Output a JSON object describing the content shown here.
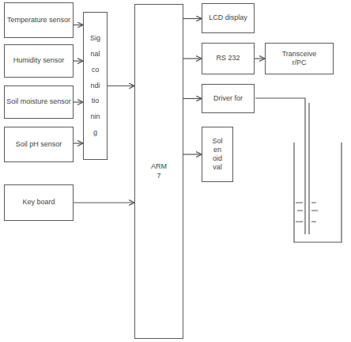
{
  "diagram": {
    "nodes": [
      {
        "text": [
          "Temperature sensor"
        ]
      },
      {
        "text": [
          "Humidity sensor"
        ]
      },
      {
        "text": [
          "Soil moisture sensor"
        ]
      },
      {
        "text": [
          "Soil pH sensor"
        ]
      },
      {
        "text": [
          "Sig nal co ndi tio nin g"
        ]
      },
      {
        "text": [
          "Key board"
        ]
      },
      {
        "text": [
          "ARM 7"
        ]
      },
      {
        "text": [
          "LCD display"
        ]
      },
      {
        "text": [
          "RS 232"
        ]
      },
      {
        "text": [
          "Transceive r/PC"
        ]
      },
      {
        "text": [
          "Driver for"
        ]
      },
      {
        "text": [
          "Sol en oid val"
        ]
      }
    ],
    "edges": [
      {
        "from": 0,
        "to": 4,
        "arrow": "to"
      },
      {
        "from": 1,
        "to": 4,
        "arrow": "to"
      },
      {
        "from": 2,
        "to": 4,
        "arrow": "to"
      },
      {
        "from": 3,
        "to": 4,
        "arrow": "to"
      },
      {
        "from": 4,
        "to": 6,
        "arrow": "to"
      },
      {
        "from": 5,
        "to": 6,
        "arrow": "to"
      },
      {
        "from": 6,
        "to": 7,
        "arrow": "to"
      },
      {
        "from": 6,
        "to": 8,
        "arrow": "to"
      },
      {
        "from": 8,
        "to": 9,
        "arrow": "to"
      },
      {
        "from": 6,
        "to": 10,
        "arrow": "to"
      },
      {
        "from": 6,
        "to": 11,
        "arrow": "to"
      }
    ]
  }
}
